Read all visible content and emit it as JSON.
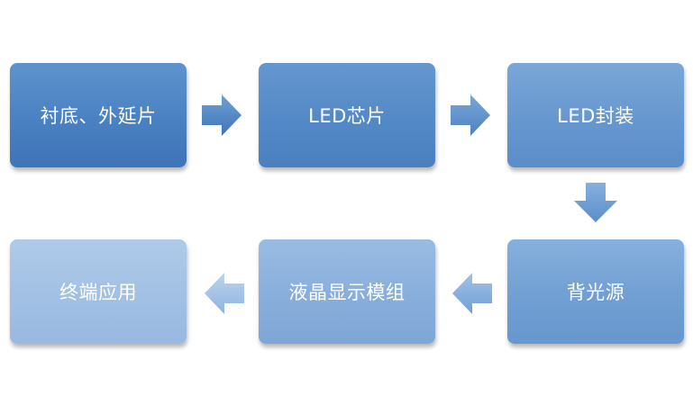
{
  "steps": [
    {
      "label": "衬底、外延片"
    },
    {
      "label": "LED芯片"
    },
    {
      "label": "LED封装"
    },
    {
      "label": "背光源"
    },
    {
      "label": "液晶显示模组"
    },
    {
      "label": "终端应用"
    }
  ],
  "colors": {
    "arrow_dark": "#4a81c2",
    "arrow_light": "#a9c6e7"
  }
}
